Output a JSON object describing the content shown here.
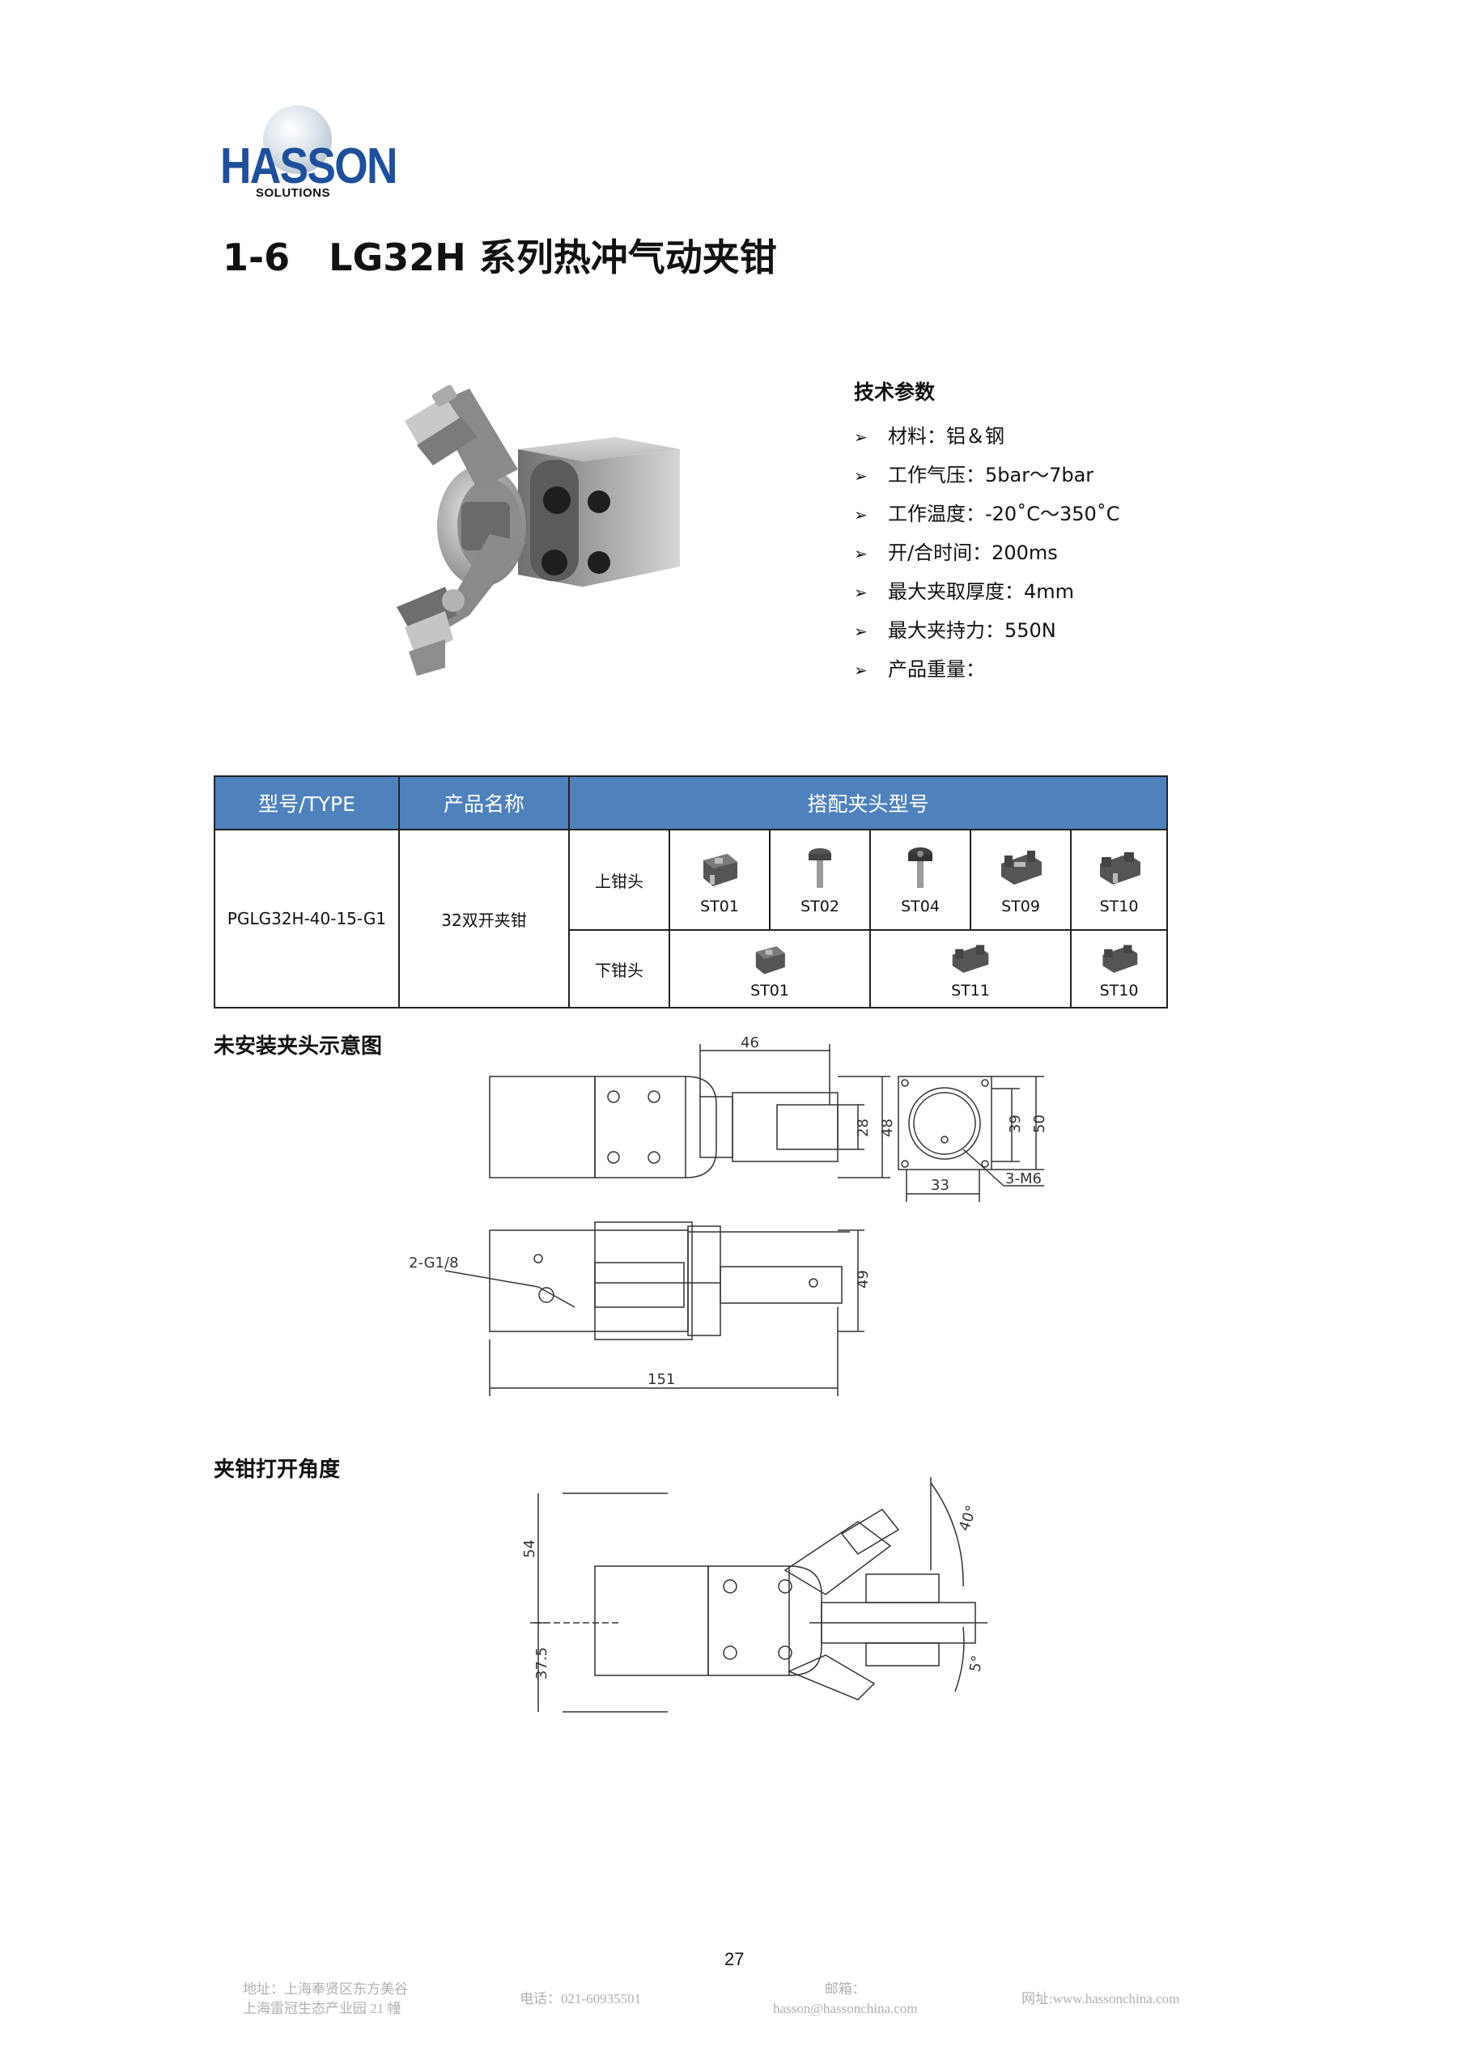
{
  "logo": {
    "brand": "HASSON",
    "tagline": "SOLUTIONS"
  },
  "page_title": "1-6   LG32H 系列热冲气动夹钳",
  "specs": {
    "heading": "技术参数",
    "items": [
      "材料：铝＆钢",
      "工作气压：5bar～7bar",
      "工作温度：-20˚C～350˚C",
      "开/合时间：200ms",
      "最大夹取厚度：4mm",
      "最大夹持力：550N",
      "产品重量："
    ]
  },
  "table": {
    "headers": [
      "型号/TYPE",
      "产品名称",
      "搭配夹头型号"
    ],
    "model": "PGLG32H-40-15-G1",
    "product_name": "32双开夹钳",
    "upper_label": "上钳头",
    "lower_label": "下钳头",
    "upper_jaws": [
      "ST01",
      "ST02",
      "ST04",
      "ST09",
      "ST10"
    ],
    "lower_jaws": [
      "ST01",
      "ST11",
      "ST10"
    ]
  },
  "diagram1": {
    "label": "未安装夹头示意图",
    "dims": {
      "d46": "46",
      "d28": "28",
      "d48": "48",
      "d39": "39",
      "d50": "50",
      "d33": "33",
      "m6": "3-M6",
      "g18": "2-G1/8",
      "d49": "49",
      "d151": "151"
    }
  },
  "diagram2": {
    "label": "夹钳打开角度",
    "dims": {
      "d54": "54",
      "d375": "37.5",
      "a40": "40°",
      "a5": "5°"
    }
  },
  "page_number": "27",
  "footer": {
    "address_1": "地址：上海奉贤区东方美谷",
    "address_2": "上海雷冠生态产业园 21 幢",
    "phone": "电话：021-60935501",
    "email_label": "邮箱：",
    "email": "hasson@hassonchina.com",
    "website": "网址:www.hassonchina.com"
  }
}
